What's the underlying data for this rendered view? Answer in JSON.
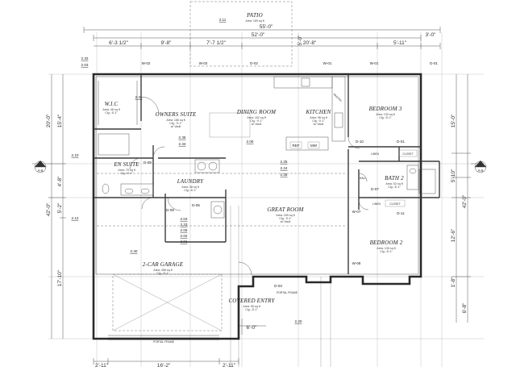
{
  "rooms": {
    "patio": {
      "name": "PATIO",
      "area": "Area: 169 sq ft"
    },
    "wic": {
      "name": "W.I.C",
      "area": "Area: 46 sq ft",
      "clg": "Clg.: 8'-1\""
    },
    "owners_suite": {
      "name": "OWNERS SUITE",
      "area": "Area: 186 sq ft",
      "clg": "Clg.: 9'-1\"",
      "vault": "w/ Vault"
    },
    "dining_room": {
      "name": "DINING ROOM",
      "area": "Area: 162 sq ft",
      "clg": "Clg.: 9'-1\"",
      "vault": "w/ Vault"
    },
    "kitchen": {
      "name": "KITCHEN",
      "area": "Area: 98 sq ft",
      "clg": "Clg.: 9'-1\"",
      "vault": "w/ Vault"
    },
    "bedroom3": {
      "name": "BEDROOM 3",
      "area": "Area: 130 sq ft",
      "clg": "Clg.: 8'-1\""
    },
    "en_suite": {
      "name": "EN SUITE",
      "area": "Area: 70 sq ft",
      "clg": "Clg.: 8'-1\""
    },
    "laundry": {
      "name": "LAUNDRY",
      "area": "Area: 38 sq ft",
      "clg": "Clg.: 8'-1\""
    },
    "bath2": {
      "name": "BATH 2",
      "area": "Area: 52 sq ft",
      "clg": "Clg.: 8'-1\""
    },
    "great_room": {
      "name": "GREAT ROOM",
      "area": "Area: 339 sq ft",
      "clg": "Clg.: 9'-1\"",
      "vault": "w/ Vault"
    },
    "bedroom2": {
      "name": "BEDROOM 2",
      "area": "Area: 130 sq ft",
      "clg": "Clg.: 8'-1\""
    },
    "garage": {
      "name": "2-CAR GARAGE",
      "area": "Area: 456 sq ft",
      "clg": "Clg.: 8'-1\""
    },
    "covered_entry": {
      "name": "COVERED ENTRY",
      "area": "Area: 55 sq ft",
      "clg": "Clg.: 8'-1\""
    }
  },
  "labels": {
    "pantry": "PANTRY",
    "closet": "CLOSET",
    "linen": "LINEN",
    "hall": "HALL",
    "portal_frame_garage": "PORTAL FRAME",
    "portal_frame_entry": "PORTAL FRAME"
  },
  "dimensions": {
    "top_overall": "55'-0\"",
    "top_second": "52'-0\"",
    "top_segments": [
      "6'-3 1/2\"",
      "9'-8\"",
      "7'-7 1/2\"",
      "20'-8\"",
      "5'-11\"",
      "3'-0\""
    ],
    "bottom_segments": [
      "2'-11\"",
      "16'-2\"",
      "2'-11\""
    ],
    "left_segments": [
      "20'-0\"",
      "15'-4\"",
      "4'-8\"",
      "42'-0\"",
      "5'-2\"",
      "17'-10\""
    ],
    "right_segments": [
      "15'-0\"",
      "42'-0\"",
      "12'-6\"",
      "5'-10\"",
      "1'-8\"",
      "6'-8\""
    ],
    "entry_depth": "6'-0\"",
    "patio_width": "5'-0\""
  },
  "references": {
    "patio": "2.11",
    "stack_wic": [
      "2.32",
      "2.03"
    ],
    "wic": "2.31",
    "owners": [
      "2.36",
      "2.34"
    ],
    "left_a": "2.10",
    "left_b": "2.12",
    "dining": "2.06",
    "kitchen_a": "2.25",
    "kitchen_b": "2.24",
    "kitchen_c": "2.35",
    "laundry_stack": [
      "2.04",
      "2.33",
      "2.05",
      "2.02",
      "2.01"
    ],
    "garage": "2.40",
    "entry": "2.20",
    "section_left": "A-5",
    "section_right": "A-5",
    "section_num": "1"
  },
  "tags": {
    "windows_top": [
      "W-02",
      "W-02",
      "D-02",
      "W-01",
      "W-01",
      "D-01"
    ],
    "bed3_wall": [
      "D-10",
      "D-01"
    ],
    "bath_wall": [
      "D-07",
      "D-11"
    ],
    "garage_side": "D-09",
    "en_suite": "D-08",
    "laundry": "D-06",
    "great_room": [
      "W-07",
      "W-08",
      "D-03"
    ],
    "kitchen_app": "REF",
    "micro": "MW"
  }
}
